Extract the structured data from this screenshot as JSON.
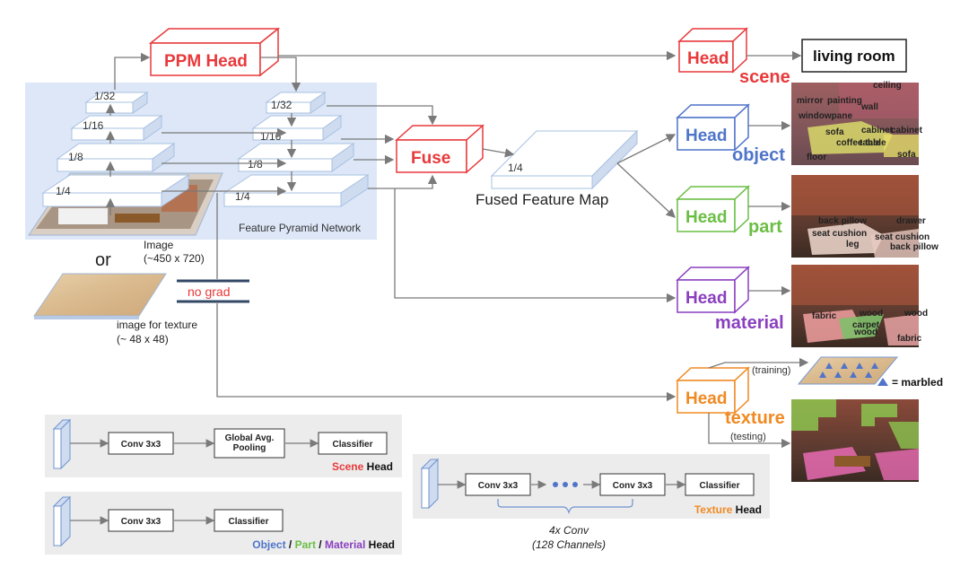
{
  "colors": {
    "red": "#e8393b",
    "blue": "#4f74c9",
    "green": "#6bbe45",
    "purple": "#8a3fbf",
    "orange": "#f08a23",
    "panel": "#dde7f7",
    "gray_box": "#ececec",
    "arrow": "#7a7a7a"
  },
  "ppm": {
    "label": "PPM Head"
  },
  "backbone": {
    "scales": [
      "1/32",
      "1/16",
      "1/8",
      "1/4"
    ],
    "image_label": "Image",
    "image_size": "(~450 x 720)",
    "or": "or",
    "texture_image_label": "image for texture",
    "texture_image_size": "(~ 48 x 48)"
  },
  "fpn": {
    "scales": [
      "1/32",
      "1/16",
      "1/8",
      "1/4"
    ],
    "label": "Feature Pyramid Network"
  },
  "fuse": {
    "label": "Fuse"
  },
  "fused_map": {
    "scale": "1/4",
    "label": "Fused Feature Map"
  },
  "no_grad": "no grad",
  "heads": [
    {
      "label": "Head",
      "task": "scene"
    },
    {
      "label": "Head",
      "task": "object"
    },
    {
      "label": "Head",
      "task": "part"
    },
    {
      "label": "Head",
      "task": "material"
    },
    {
      "label": "Head",
      "task": "texture"
    }
  ],
  "scene_output": "living room",
  "texture_branch": {
    "training": "(training)",
    "testing": "(testing)",
    "legend": "= marbled"
  },
  "object_labels": [
    "mirror",
    "painting",
    "ceiling",
    "wall",
    "windowpane",
    "cabinet",
    "cabinet",
    "sofa",
    "coffee table",
    "table",
    "floor",
    "sofa"
  ],
  "part_labels": [
    "back pillow",
    "drawer",
    "seat cushion",
    "leg",
    "back pillow",
    "seat cushion"
  ],
  "material_labels": [
    "fabric",
    "wood",
    "wood",
    "carpet",
    "fabric",
    "wood"
  ],
  "legend_scene": {
    "blocks": [
      "Conv 3x3",
      "Global Avg. Pooling",
      "Classifier"
    ],
    "title_color_word": "Scene",
    "title_rest": " Head"
  },
  "legend_opm": {
    "blocks": [
      "Conv 3x3",
      "Classifier"
    ],
    "object": "Object",
    "sep1": " / ",
    "part": "Part",
    "sep2": " / ",
    "material": "Material",
    "rest": " Head"
  },
  "legend_texture": {
    "blocks": [
      "Conv 3x3",
      "Conv 3x3",
      "Classifier"
    ],
    "title_color_word": "Texture",
    "title_rest": " Head",
    "brace_line1": "4x Conv",
    "brace_line2": "(128 Channels)"
  }
}
